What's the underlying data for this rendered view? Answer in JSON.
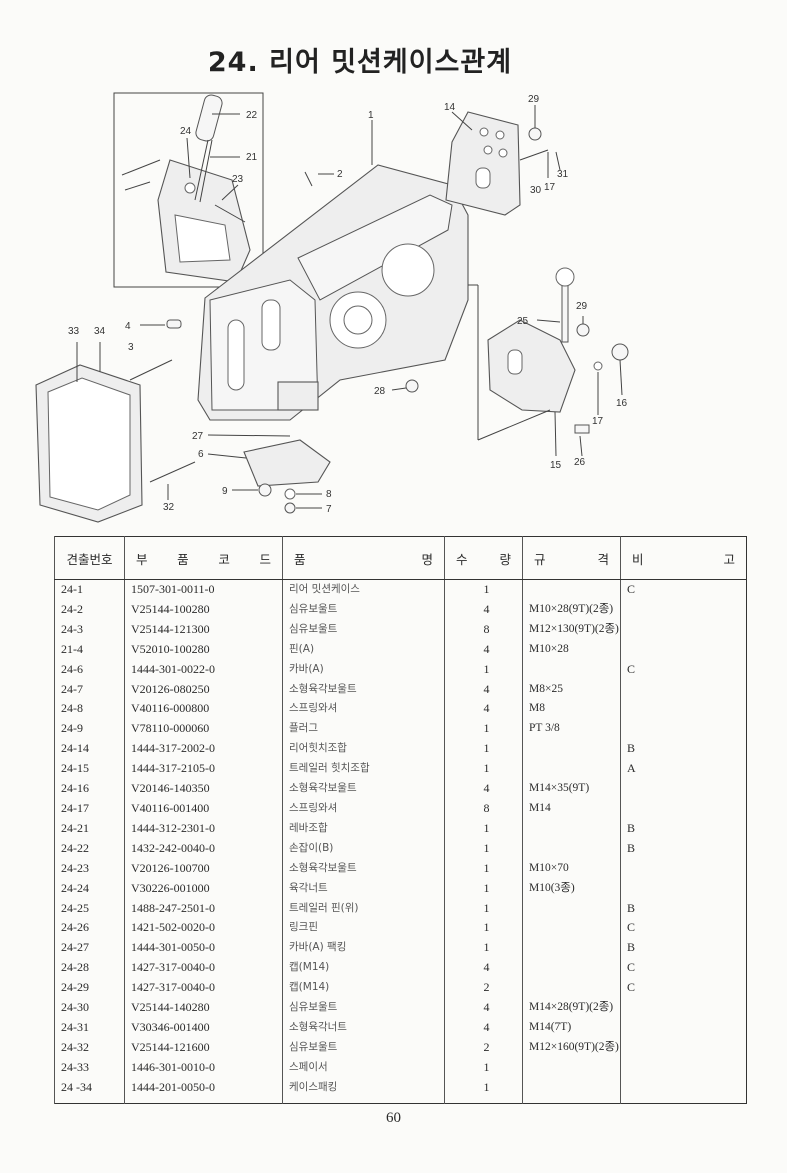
{
  "title": "24. 리어 밋션케이스관계",
  "diagram": {
    "callouts": [
      "1",
      "2",
      "3",
      "4",
      "6",
      "7",
      "8",
      "9",
      "14",
      "15",
      "16",
      "17",
      "17",
      "21",
      "22",
      "23",
      "24",
      "25",
      "26",
      "27",
      "28",
      "29",
      "29",
      "30",
      "31",
      "32",
      "33",
      "34"
    ]
  },
  "table": {
    "headers": {
      "no": "견출번호",
      "code": [
        "부",
        "품",
        "코",
        "드"
      ],
      "name": [
        "품",
        "명"
      ],
      "qty": [
        "수",
        "량"
      ],
      "spec": [
        "규",
        "격"
      ],
      "note": [
        "비",
        "고"
      ]
    },
    "rows": [
      {
        "no": "24-1",
        "code": "1507-301-0011-0",
        "name": "리어 밋션케이스",
        "qty": "1",
        "spec": "",
        "note": "C"
      },
      {
        "no": "24-2",
        "code": "V25144-100280",
        "name": "심유보울트",
        "qty": "4",
        "spec": "M10×28(9T)(2종)",
        "note": ""
      },
      {
        "no": "24-3",
        "code": "V25144-121300",
        "name": "심유보울트",
        "qty": "8",
        "spec": "M12×130(9T)(2종)",
        "note": ""
      },
      {
        "no": "21-4",
        "code": "V52010-100280",
        "name": "핀(A)",
        "qty": "4",
        "spec": "M10×28",
        "note": ""
      },
      {
        "no": "24-6",
        "code": "1444-301-0022-0",
        "name": "카바(A)",
        "qty": "1",
        "spec": "",
        "note": "C"
      },
      {
        "no": "24-7",
        "code": "V20126-080250",
        "name": "소형육각보울트",
        "qty": "4",
        "spec": "M8×25",
        "note": ""
      },
      {
        "no": "24-8",
        "code": "V40116-000800",
        "name": "스프링와셔",
        "qty": "4",
        "spec": "M8",
        "note": ""
      },
      {
        "no": "24-9",
        "code": "V78110-000060",
        "name": "플러그",
        "qty": "1",
        "spec": "PT 3/8",
        "note": ""
      },
      {
        "no": "24-14",
        "code": "1444-317-2002-0",
        "name": "리어힛치조합",
        "qty": "1",
        "spec": "",
        "note": "B"
      },
      {
        "no": "24-15",
        "code": "1444-317-2105-0",
        "name": "트레일러 힛치조합",
        "qty": "1",
        "spec": "",
        "note": "A"
      },
      {
        "no": "24-16",
        "code": "V20146-140350",
        "name": "소형육각보울트",
        "qty": "4",
        "spec": "M14×35(9T)",
        "note": ""
      },
      {
        "no": "24-17",
        "code": "V40116-001400",
        "name": "스프링와셔",
        "qty": "8",
        "spec": "M14",
        "note": ""
      },
      {
        "no": "24-21",
        "code": "1444-312-2301-0",
        "name": "레바조합",
        "qty": "1",
        "spec": "",
        "note": "B"
      },
      {
        "no": "24-22",
        "code": "1432-242-0040-0",
        "name": "손잡이(B)",
        "qty": "1",
        "spec": "",
        "note": "B"
      },
      {
        "no": "24-23",
        "code": "V20126-100700",
        "name": "소형육각보울트",
        "qty": "1",
        "spec": "M10×70",
        "note": ""
      },
      {
        "no": "24-24",
        "code": "V30226-001000",
        "name": "육각너트",
        "qty": "1",
        "spec": "M10(3종)",
        "note": ""
      },
      {
        "no": "24-25",
        "code": "1488-247-2501-0",
        "name": "트레일러 핀(위)",
        "qty": "1",
        "spec": "",
        "note": "B"
      },
      {
        "no": "24-26",
        "code": "1421-502-0020-0",
        "name": "링크핀",
        "qty": "1",
        "spec": "",
        "note": "C"
      },
      {
        "no": "24-27",
        "code": "1444-301-0050-0",
        "name": "카바(A) 팩킹",
        "qty": "1",
        "spec": "",
        "note": "B"
      },
      {
        "no": "24-28",
        "code": "1427-317-0040-0",
        "name": "캡(M14)",
        "qty": "4",
        "spec": "",
        "note": "C"
      },
      {
        "no": "24-29",
        "code": "1427-317-0040-0",
        "name": "캡(M14)",
        "qty": "2",
        "spec": "",
        "note": "C"
      },
      {
        "no": "24-30",
        "code": "V25144-140280",
        "name": "심유보울트",
        "qty": "4",
        "spec": "M14×28(9T)(2종)",
        "note": ""
      },
      {
        "no": "24-31",
        "code": "V30346-001400",
        "name": "소형육각너트",
        "qty": "4",
        "spec": "M14(7T)",
        "note": ""
      },
      {
        "no": "24-32",
        "code": "V25144-121600",
        "name": "심유보울트",
        "qty": "2",
        "spec": "M12×160(9T)(2종)",
        "note": ""
      },
      {
        "no": "24-33",
        "code": "1446-301-0010-0",
        "name": "스페이서",
        "qty": "1",
        "spec": "",
        "note": ""
      },
      {
        "no": "24 -34",
        "code": "1444-201-0050-0",
        "name": "케이스패킹",
        "qty": "1",
        "spec": "",
        "note": ""
      }
    ]
  },
  "page_number": "60"
}
